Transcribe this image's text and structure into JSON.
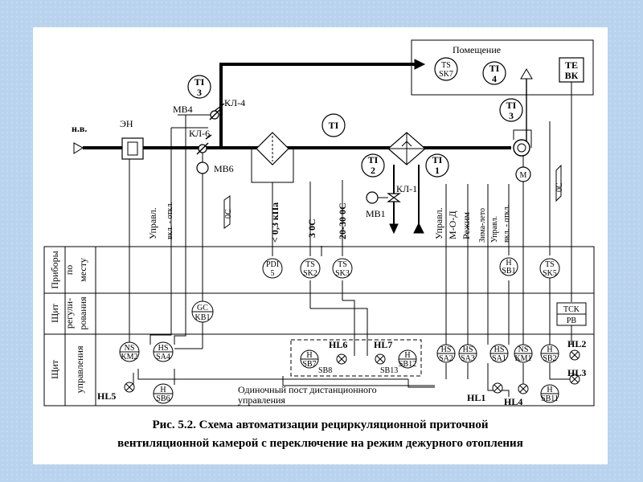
{
  "inlet_label": "н.в.",
  "heater_label": "ЭН",
  "room_label": "Помещение",
  "valves": {
    "mv4": "МВ4",
    "kl4": "КЛ-4",
    "kl6": "КЛ-6",
    "mv6": "МВ6",
    "kl1": "КЛ-1",
    "mv1": "МВ1"
  },
  "field_instruments": {
    "ti3_left": [
      "TI",
      "3"
    ],
    "ti_mid": [
      "TI"
    ],
    "ti2": [
      "TI",
      "2"
    ],
    "ti1": [
      "TI",
      "1"
    ],
    "ts_sk7": [
      "TS",
      "SK7"
    ],
    "ti4": [
      "TI",
      "4"
    ],
    "te_vk": [
      "TE",
      "ВК"
    ],
    "ti3_right": [
      "TI",
      "3"
    ],
    "motor": [
      "M"
    ]
  },
  "vertical_labels": {
    "upravl1": "Управл.",
    "vkl_otkl1": "вкл. - откл.",
    "zero_c1": "0С",
    "dp": "< 0,3 кПа",
    "t3c": "3 0С",
    "t2030": "20-30 0С",
    "upravl2": "Управл.",
    "mod": "М-О-Д",
    "rezhim": "Режим",
    "zima_leto": "Зима-лето",
    "upravl3": "Управл.",
    "vkl_otkl2": "вкл. - откл.",
    "zero_c2": "0С"
  },
  "row_labels": {
    "local": [
      "Приборы",
      "по",
      "месту"
    ],
    "reg": [
      "Щит",
      "регули-",
      "рования"
    ],
    "ctrl": [
      "Щит",
      "управления"
    ]
  },
  "local_devices": {
    "pdi5": [
      "PDI",
      "5"
    ],
    "ts_sk2": [
      "TS",
      "SK2"
    ],
    "ts_sk3": [
      "TS",
      "SK3"
    ],
    "h_sb1": [
      "H",
      "SB1"
    ],
    "ts_sk5": [
      "TS",
      "SK5"
    ]
  },
  "reg_devices": {
    "gc_kb1": [
      "GC",
      "KB1"
    ],
    "tck_pb": [
      "TCK",
      "PB"
    ]
  },
  "ctrl_devices": {
    "ns_km2": [
      "NS",
      "KM2"
    ],
    "hs_sa4": [
      "HS",
      "SA4"
    ],
    "h_sb6": [
      "H",
      "SB6"
    ],
    "h_sb7": [
      "H",
      "SB7"
    ],
    "h_sb12": [
      "H",
      "SB12"
    ],
    "hs_sa2": [
      "HS",
      "SA2"
    ],
    "hs_sa3": [
      "HS",
      "SA3"
    ],
    "hs_sa1": [
      "HS",
      "SA1"
    ],
    "ns_km1": [
      "NS",
      "KM1"
    ],
    "h_sb2": [
      "H",
      "SB2"
    ],
    "h_sb11": [
      "H",
      "SB11"
    ]
  },
  "lamps": {
    "hl6": "HL6",
    "hl7": "HL7",
    "hl5": "HL5",
    "hl1": "HL1",
    "hl4": "HL4",
    "hl2": "HL2",
    "hl3": "HL3"
  },
  "sub_labels": {
    "sb8": "SB8",
    "sb13": "SB13"
  },
  "remote_post": [
    "Одиночный пост дистанционного",
    "управления"
  ],
  "caption": [
    "Рис. 5.2. Схема автоматизации рециркуляционной  приточной",
    "вентиляционной камерой  с переключение на режим  дежурного отопления"
  ]
}
